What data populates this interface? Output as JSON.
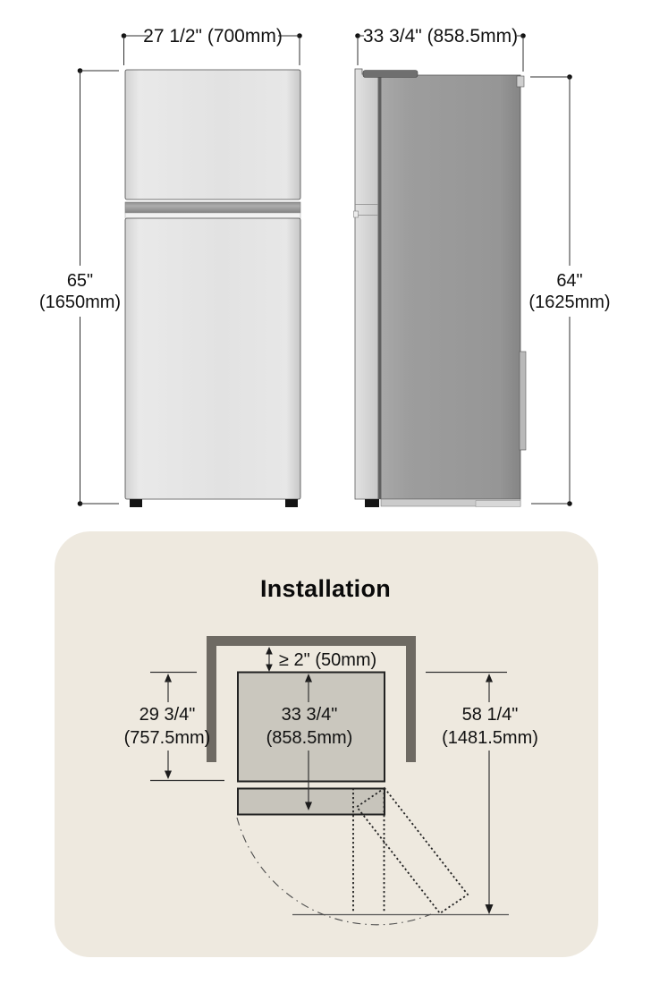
{
  "front_view": {
    "name": "refrigerator front view",
    "width_label": "27 1/2\" (700mm)",
    "height_label_in": "65\"",
    "height_label_mm": "(1650mm)"
  },
  "side_view": {
    "name": "refrigerator side view",
    "depth_label": "33 3/4\" (858.5mm)",
    "height_label_in": "64\"",
    "height_label_mm": "(1625mm)"
  },
  "installation": {
    "title": "Installation",
    "top_clearance_label": "≥ 2\" (50mm)",
    "cabinet_depth_in": "29 3/4\"",
    "cabinet_depth_mm": "(757.5mm)",
    "depth_with_door_in": "33 3/4\"",
    "depth_with_door_mm": "(858.5mm)",
    "total_clearance_in": "58 1/4\"",
    "total_clearance_mm": "(1481.5mm)"
  },
  "colors": {
    "panel_background": "#eee9df",
    "wall": "#6e6a63",
    "front_door_gray": "#e3e3e3",
    "side_body_gray": "#9a9a9a",
    "outline": "#1c1c1c"
  }
}
